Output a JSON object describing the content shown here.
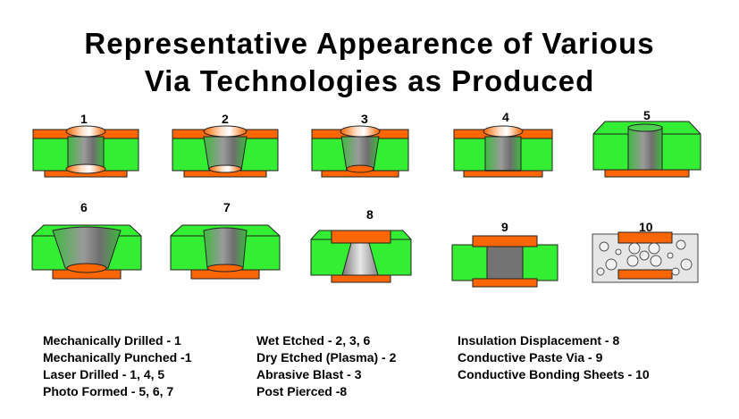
{
  "title": {
    "line1": "Representative Appearence of Various",
    "line2": "Via Technologies as Produced"
  },
  "via_labels": [
    "1",
    "2",
    "3",
    "4",
    "5",
    "6",
    "7",
    "8",
    "9",
    "10"
  ],
  "legend": {
    "col1": [
      "Mechanically Drilled - 1",
      "Mechanically Punched -1",
      "Laser Drilled - 1, 4, 5",
      "Photo Formed - 5, 6, 7"
    ],
    "col2": [
      "Wet Etched - 2, 3, 6",
      "Dry Etched (Plasma) - 2",
      "Abrasive Blast - 3",
      "Post Pierced -8"
    ],
    "col3": [
      "Insulation Displacement - 8",
      "Conductive Paste Via - 9",
      "Conductive Bonding Sheets - 10"
    ]
  },
  "colors": {
    "dielectric": "#33ee33",
    "copper": "#ff6600",
    "bonding_sheet": "#e6e6e6",
    "plating": "#808080"
  }
}
